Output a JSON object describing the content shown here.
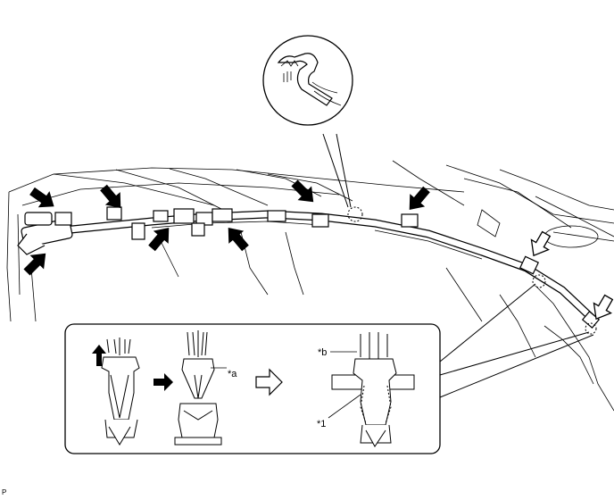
{
  "callouts": {
    "a": "*a",
    "b": "*b",
    "one": "*1"
  },
  "figure_id": "P"
}
